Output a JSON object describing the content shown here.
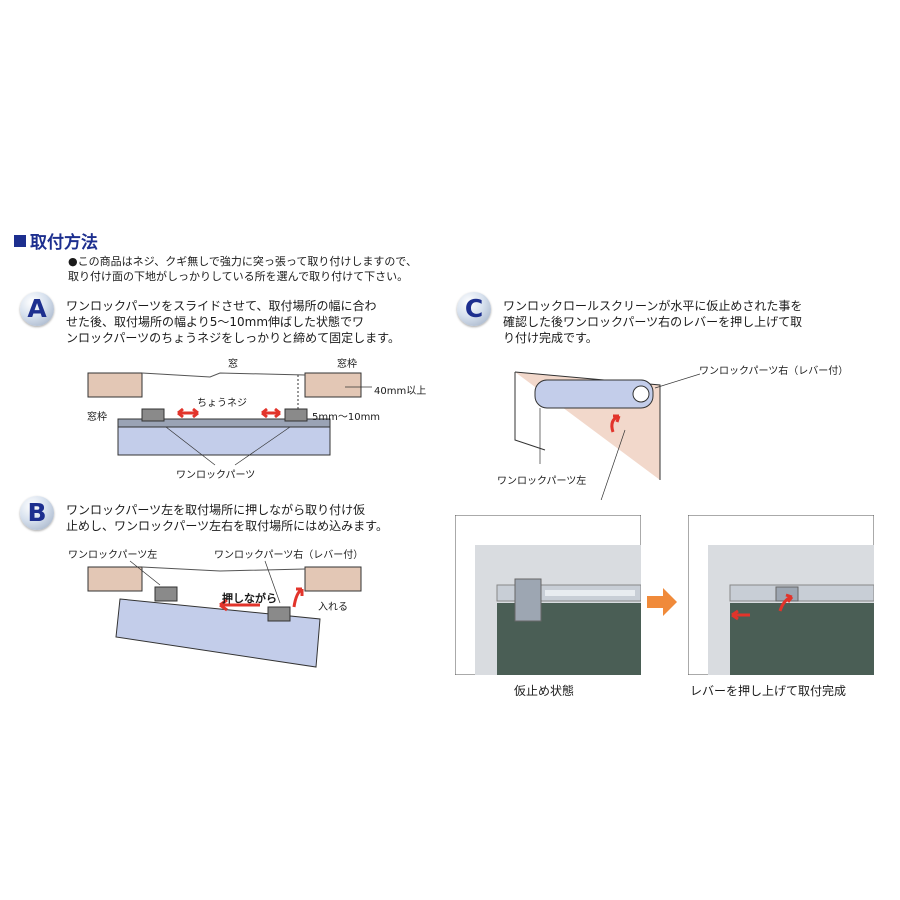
{
  "title": "取付方法",
  "intro": {
    "line1": "●この商品はネジ、クギ無しで強力に突っ張って取り付けしますので、",
    "line2": "取り付け面の下地がしっかりしている所を選んで取り付けて下さい。"
  },
  "steps": {
    "a": {
      "letter": "A",
      "line1": "ワンロックパーツをスライドさせて、取付場所の幅に合わ",
      "line2": "せた後、取付場所の幅より5～10mm伸ばした状態でワ",
      "line3": "ンロックパーツのちょうネジをしっかりと締めて固定します。",
      "labels": {
        "window": "窓",
        "frame_right": "窓枠",
        "frame_left": "窓枠",
        "depth": "40mm以上",
        "screw": "ちょうネジ",
        "gap": "5mm～10mm",
        "parts": "ワンロックパーツ"
      }
    },
    "b": {
      "letter": "B",
      "line1": "ワンロックパーツ左を取付場所に押しながら取り付け仮",
      "line2": "止めし、ワンロックパーツ左右を取付場所にはめ込みます。",
      "labels": {
        "left_part": "ワンロックパーツ左",
        "right_part": "ワンロックパーツ右（レバー付）",
        "pushing": "押しながら",
        "insert": "入れる"
      }
    },
    "c": {
      "letter": "C",
      "line1": "ワンロックロールスクリーンが水平に仮止めされた事を",
      "line2": "確認した後ワンロックパーツ右のレバーを押し上げて取",
      "line3": "り付け完成です。",
      "labels": {
        "right_part": "ワンロックパーツ右（レバー付）",
        "left_part": "ワンロックパーツ左",
        "caption_temp": "仮止め状態",
        "caption_done": "レバーを押し上げて取付完成"
      }
    }
  },
  "colors": {
    "accent": "#1d2f8f",
    "arrow": "#e2342b",
    "frame": "#e3c7b5",
    "screen_blue": "#c3cdea",
    "photo_green": "#4a5e55",
    "orange_arrow": "#f08a3a"
  }
}
